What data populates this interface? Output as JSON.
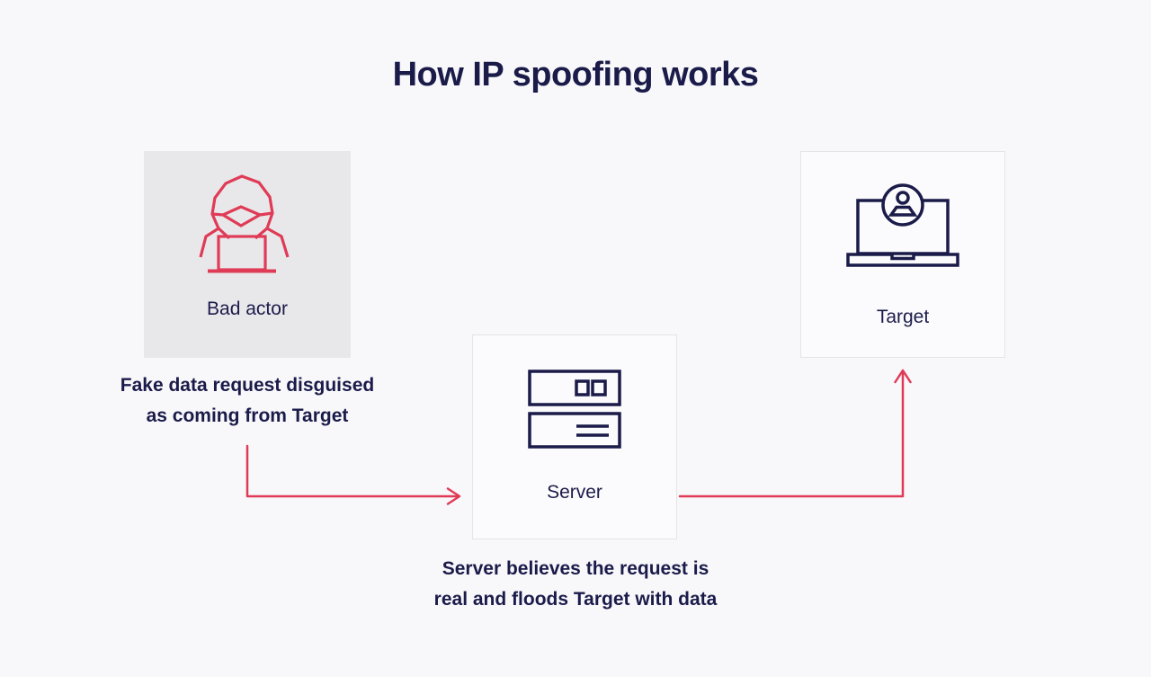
{
  "title": "How IP spoofing works",
  "colors": {
    "background": "#f8f8fb",
    "navy": "#1b1b4a",
    "accent_red": "#e03b56",
    "box_gray": "#e8e8eb",
    "box_white": "#fbfbfd",
    "box_border": "#e4e4e9"
  },
  "nodes": {
    "bad_actor": {
      "label": "Bad actor",
      "icon": "hooded-hacker-laptop-icon"
    },
    "server": {
      "label": "Server",
      "icon": "server-rack-icon"
    },
    "target": {
      "label": "Target",
      "icon": "laptop-user-icon"
    }
  },
  "captions": {
    "fake_request": {
      "lines": [
        "Fake data request disguised",
        "as coming from Target"
      ]
    },
    "server_floods": {
      "lines": [
        "Server believes the request is",
        "real and floods Target with data"
      ]
    }
  },
  "arrows": [
    {
      "from": "bad_actor",
      "to": "server",
      "color": "#e03b56"
    },
    {
      "from": "server",
      "to": "target",
      "color": "#e03b56"
    }
  ]
}
